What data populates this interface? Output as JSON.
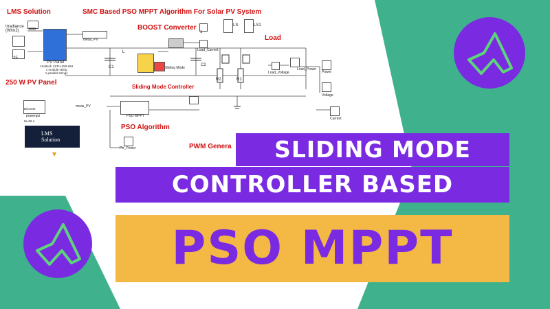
{
  "diagram": {
    "brand_label": "LMS Solution",
    "main_title": "SMC Based PSO MPPT Algorithm For Solar PV System",
    "boost_label": "BOOST Converter",
    "load_label": "Load",
    "pv_panel_label": "250 W PV Panel",
    "sliding_mode_label": "Sliding Mode Controller",
    "pso_label": "PSO Algorithm",
    "pwm_label": "PWM Genera",
    "irradiance": "Irradiance\n(W/m2)",
    "irr_value": "1000",
    "temp_value": "25",
    "pv_block_text": "PV Panel",
    "pv_block_sub": "1Soltech 1STH-250-WH\n1 module string\n1 parallel strings",
    "meas_pv": "meas_PV",
    "meas_pv2": "meas_PV",
    "load_current": "Load_Current",
    "load_voltage": "Load_Voltage",
    "load_power": "Load_Power",
    "power_scope": "Power",
    "voltage_scope": "Voltage",
    "current_scope": "Current",
    "ls": "LS",
    "ls1": "LS1",
    "const_one": "1",
    "c1": "C1",
    "c2": "C2",
    "r1": "R1",
    "r2": "R2",
    "l": "L",
    "sliding_mode_small": "Sliding Mode",
    "discrete": "Discrete\n5e-06 s.",
    "powergui": "powergui",
    "pso_mppt": "PSO MPPT",
    "pv_power": "PV_Power",
    "brand_logo_text": "LMS\nSolution"
  },
  "banner": {
    "line1": "SLIDING MODE",
    "line2": "CONTROLLER BASED",
    "line3": "PSO MPPT"
  },
  "colors": {
    "teal": "#3fb28d",
    "purple": "#7a2be2",
    "yellow": "#f4b844",
    "red_text": "#d01010",
    "logo_green": "#5cd67a"
  },
  "icons": {
    "top_logo": "matlab-logo-icon",
    "bottom_logo": "matlab-logo-icon"
  }
}
